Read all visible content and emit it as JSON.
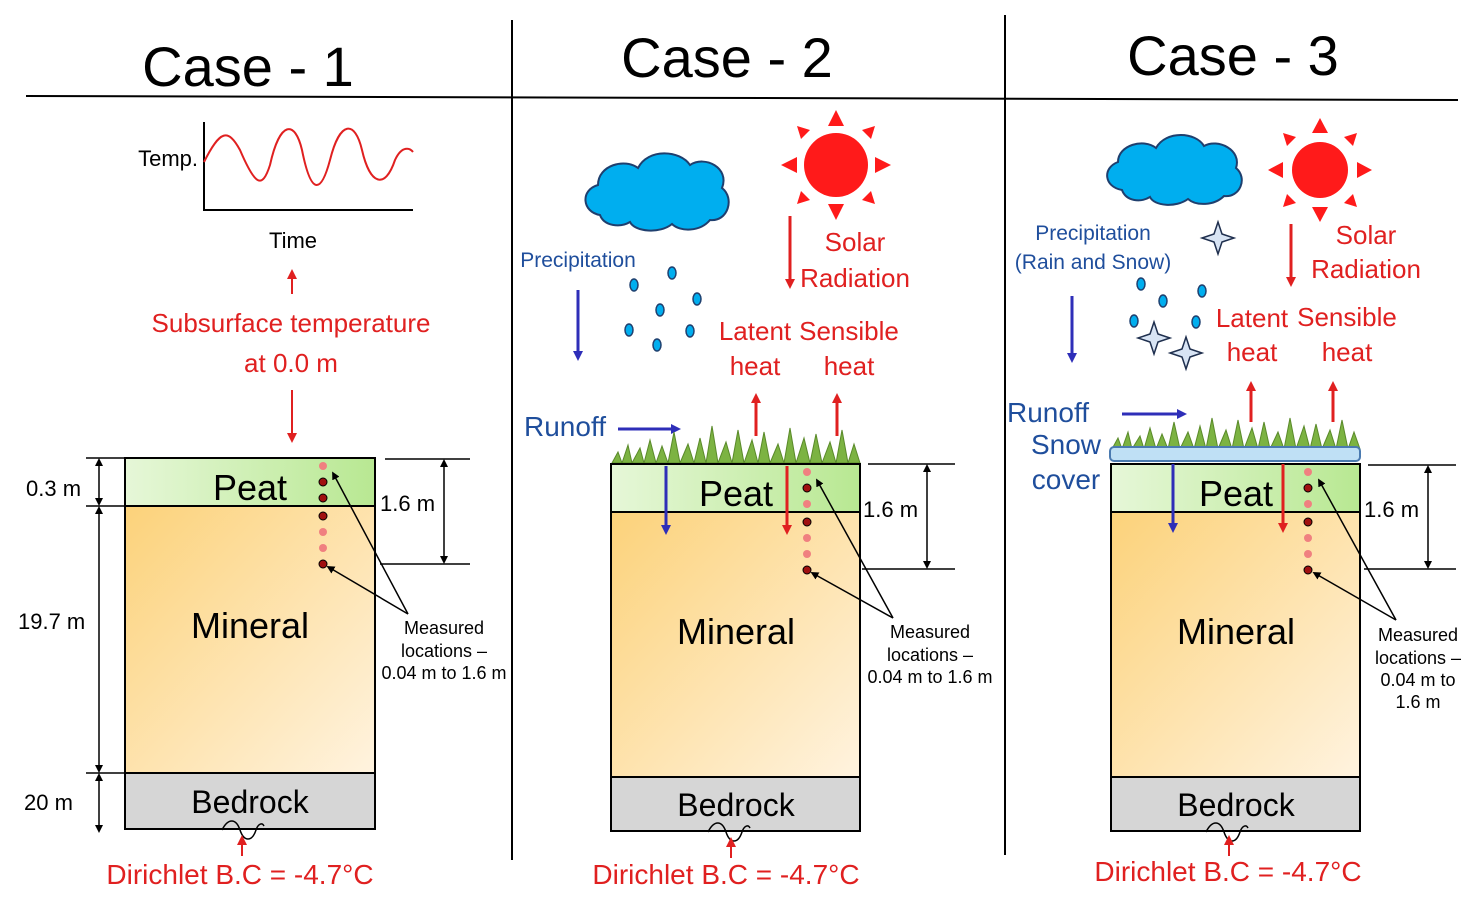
{
  "cases": [
    {
      "title": "Case - 1",
      "graph": {
        "ylabel": "Temp.",
        "xlabel": "Time"
      },
      "surface_label_line1": "Subsurface temperature",
      "surface_label_line2": "at 0.0 m",
      "depths": {
        "peat": "0.3 m",
        "mineral": "19.7 m",
        "bedrock": "20 m"
      },
      "layers": {
        "peat": "Peat",
        "mineral": "Mineral",
        "bedrock": "Bedrock"
      },
      "measured_depth": "1.6 m",
      "measured_text": [
        "Measured",
        "locations –",
        "0.04 m to 1.6 m"
      ],
      "boundary": "Dirichlet B.C = -4.7°C"
    },
    {
      "title": "Case - 2",
      "precipitation": [
        "Precipitation"
      ],
      "solar": [
        "Solar",
        "Radiation"
      ],
      "latent": [
        "Latent",
        "heat"
      ],
      "sensible": [
        "Sensible",
        "heat"
      ],
      "runoff": "Runoff",
      "layers": {
        "peat": "Peat",
        "mineral": "Mineral",
        "bedrock": "Bedrock"
      },
      "measured_depth": "1.6 m",
      "measured_text": [
        "Measured",
        "locations –",
        "0.04 m to 1.6 m"
      ],
      "boundary": "Dirichlet B.C = -4.7°C"
    },
    {
      "title": "Case - 3",
      "precipitation": [
        "Precipitation",
        "(Rain and Snow)"
      ],
      "solar": [
        "Solar",
        "Radiation"
      ],
      "latent": [
        "Latent",
        "heat"
      ],
      "sensible": [
        "Sensible",
        "heat"
      ],
      "runoff": "Runoff",
      "snow_cover": [
        "Snow",
        "cover"
      ],
      "layers": {
        "peat": "Peat",
        "mineral": "Mineral",
        "bedrock": "Bedrock"
      },
      "measured_depth": "1.6 m",
      "measured_text": [
        "Measured",
        "locations –",
        "0.04 m to",
        "1.6 m"
      ],
      "boundary": "Dirichlet B.C = -4.7°C"
    }
  ],
  "colors": {
    "red": "#e02020",
    "blue": "#1f4e9c",
    "arrow_blue": "#2e2eb8",
    "peat": "#c8eeb0",
    "mineral": "#fbd98a",
    "bedrock": "#d6d6d6",
    "cloud": "#00aeef",
    "sun": "#ff1a1a",
    "grass": "#7cb342",
    "snow": "#bfe0f5"
  }
}
